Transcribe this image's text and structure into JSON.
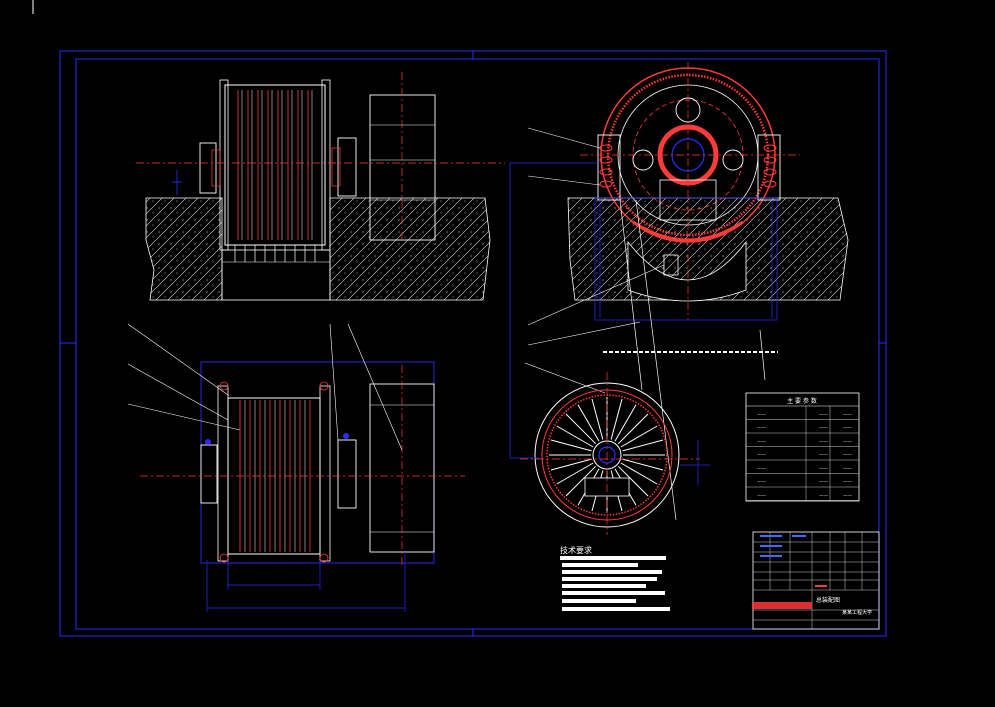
{
  "drawing": {
    "notes_heading": "技术要求",
    "params_table_title": "主 要 参 数",
    "params_table_rows": [
      {
        "name": "——",
        "unit": "——",
        "value": "——"
      },
      {
        "name": "——",
        "unit": "——",
        "value": "——"
      },
      {
        "name": "——",
        "unit": "——",
        "value": "——"
      },
      {
        "name": "——",
        "unit": "——",
        "value": "——"
      },
      {
        "name": "——",
        "unit": "——",
        "value": "——"
      },
      {
        "name": "——",
        "unit": "——",
        "value": "——"
      },
      {
        "name": "——",
        "unit": "——",
        "value": "——"
      }
    ],
    "title_block": {
      "drawing_name": "总装配图",
      "company": "某某工程大学"
    }
  },
  "colors": {
    "background": "#000000",
    "frame": "#0000ff",
    "centerline": "#ff0000",
    "outline": "#ffffff",
    "hatch": "#ffffff",
    "dimension": "#0000ff"
  }
}
